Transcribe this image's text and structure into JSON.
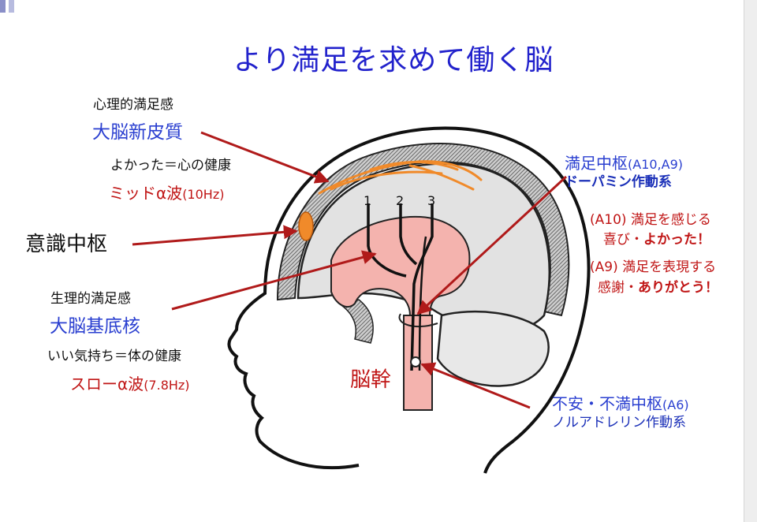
{
  "title": "より満足を求めて働く脳",
  "left": {
    "cortex_feeling": "心理的満足感",
    "cortex_name": "大脳新皮質",
    "cortex_health": "よかった＝心の健康",
    "cortex_wave": "ミッドα波",
    "cortex_wave_hz": "(10Hz)",
    "consciousness_center": "意識中枢",
    "basal_feeling": "生理的満足感",
    "basal_name": "大脳基底核",
    "basal_health": "いい気持ち＝体の健康",
    "basal_wave": "スローα波",
    "basal_wave_hz": "(7.8Hz)"
  },
  "right": {
    "satisfaction_center": "満足中枢",
    "satisfaction_center_codes": "(A10,A9)",
    "dopamine_system": "ドーパミン作動系",
    "a10_line1": "(A10) 満足を感じる",
    "a10_line2_prefix": "喜び・",
    "a10_line2_bold": "よかった！",
    "a9_line1": "(A9) 満足を表現する",
    "a9_line2_prefix": "感謝・",
    "a9_line2_bold": "ありがとう！",
    "anxiety_center": "不安・不満中枢",
    "anxiety_center_code": "(A6)",
    "noradrenaline_system": "ノルアドレリン作動系"
  },
  "brainstem_label": "脳幹",
  "fiber_numbers": [
    "1",
    "2",
    "3"
  ],
  "colors": {
    "title": "#2222cc",
    "blue_text": "#2a3fd0",
    "red_text": "#c01515",
    "arrow": "#b01a1a",
    "brain_pink": "#f4b3ae",
    "cortex_orange": "#f08a2a",
    "brain_gray": "#e2e2e2",
    "skull_hatch": "#8a8a8a"
  },
  "icons": [
    "arrow-icon",
    "node-dot-icon"
  ]
}
